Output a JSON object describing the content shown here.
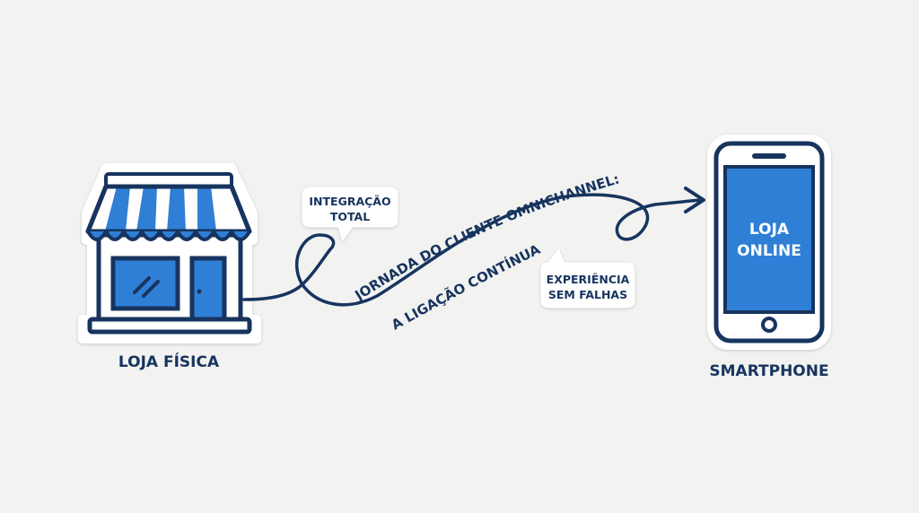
{
  "diagram": {
    "colors": {
      "background": "#f2f2f0",
      "navy": "#17345f",
      "blue": "#2f7fd6",
      "white": "#ffffff"
    },
    "store": {
      "icon": "storefront-icon",
      "label": "LOJA FÍSICA"
    },
    "phone": {
      "icon": "smartphone-icon",
      "screen_line1": "LOJA",
      "screen_line2": "ONLINE",
      "label": "SMARTPHONE"
    },
    "path": {
      "title_line1": "JORNADA DO CLIENTE OMNICHANNEL:",
      "title_line2": "A LIGAÇÃO CONTÍNUA",
      "arrow_icon": "arrow-head-icon"
    },
    "bubbles": [
      {
        "icon": "speech-bubble-icon",
        "line1": "INTEGRAÇÃO",
        "line2": "TOTAL"
      },
      {
        "icon": "speech-bubble-icon",
        "line1": "EXPERIÊNCIA",
        "line2": "SEM FALHAS"
      }
    ]
  }
}
